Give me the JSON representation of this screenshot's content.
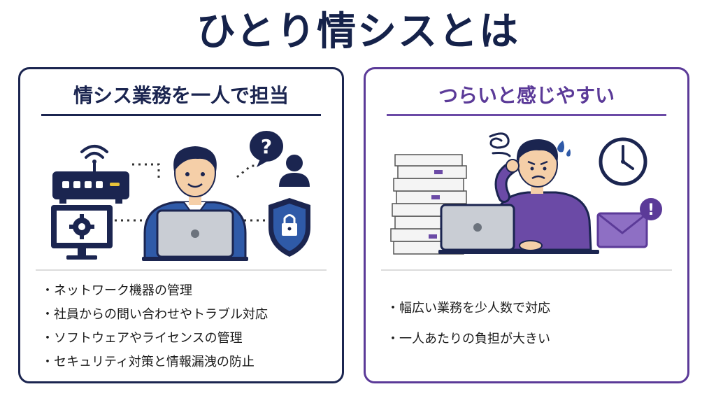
{
  "title": "ひとり情シスとは",
  "left_panel": {
    "title": "情シス業務を一人で担当",
    "points": [
      "ネットワーク機器の管理",
      "社員からの問い合わせやトラブル対応",
      "ソフトウェアやライセンスの管理",
      "セキュリティ対策と情報漏洩の防止"
    ]
  },
  "right_panel": {
    "title": "つらいと感じやすい",
    "points": [
      "幅広い業務を少人数で対応",
      "一人あたりの負担が大きい"
    ]
  },
  "icons": {
    "left": [
      "wifi-router-icon",
      "settings-monitor-icon",
      "question-user-icon",
      "security-shield-icon",
      "worker-laptop-icon"
    ],
    "right": [
      "paper-stack-icon",
      "stress-spiral-icon",
      "sweat-drop-icon",
      "clock-icon",
      "alert-mail-icon",
      "worried-worker-icon"
    ]
  },
  "colors": {
    "navy": "#1b2550",
    "purple": "#5b3a98",
    "blue_shirt": "#2f5aa8",
    "purple_shirt": "#6b4aa6"
  }
}
